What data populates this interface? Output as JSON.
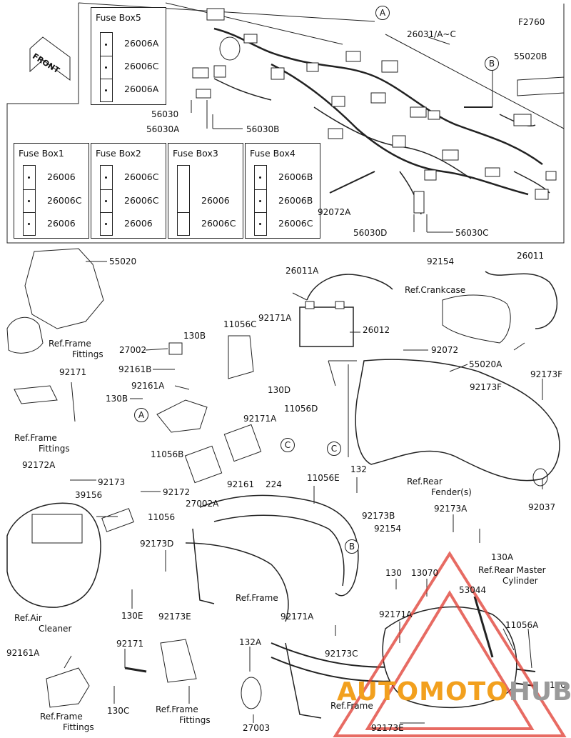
{
  "diagram_code": "F2760",
  "front_label": "FRONT",
  "fuse_boxes": [
    {
      "title": "Fuse Box5",
      "entries": [
        "26006A",
        "26006C",
        "26006A"
      ]
    },
    {
      "title": "Fuse Box1",
      "entries": [
        "26006",
        "26006C",
        "26006"
      ]
    },
    {
      "title": "Fuse Box2",
      "entries": [
        "26006C",
        "26006C",
        "26006"
      ]
    },
    {
      "title": "Fuse Box3",
      "entries": [
        "26006",
        "26006C"
      ]
    },
    {
      "title": "Fuse Box4",
      "entries": [
        "26006B",
        "26006B",
        "26006C"
      ]
    }
  ],
  "callouts": {
    "circle_a": "A",
    "circle_b": "B",
    "circle_c": "C"
  },
  "labels": {
    "p26031": "26031/A~C",
    "p55020B": "55020B",
    "p56030": "56030",
    "p56030A": "56030A",
    "p56030B": "56030B",
    "p92072A": "92072A",
    "p56030D": "56030D",
    "p56030C": "56030C",
    "p55020": "55020",
    "p26011A": "26011A",
    "p92154_top": "92154",
    "p26011": "26011",
    "ref_crankcase": "Ref.Crankcase",
    "p26012": "26012",
    "p130B_a": "130B",
    "p11056C": "11056C",
    "p92171A_a": "92171A",
    "ref_frame_fittings_1a": "Ref.Frame",
    "ref_frame_fittings_1b": "Fittings",
    "p27002": "27002",
    "p92161B": "92161B",
    "p92161A_a": "92161A",
    "p130B_b": "130B",
    "p92072": "92072",
    "p55020A": "55020A",
    "p92171_a": "92171",
    "p130D": "130D",
    "p92171A_b": "92171A",
    "p92173F_a": "92173F",
    "p92173F_b": "92173F",
    "p11056D": "11056D",
    "ref_frame_fittings_2a": "Ref.Frame",
    "ref_frame_fittings_2b": "Fittings",
    "p11056B": "11056B",
    "p92172A": "92172A",
    "p92173_a": "92173",
    "p92161": "92161",
    "p224": "224",
    "ref_rear_fender_a": "Ref.Rear",
    "ref_rear_fender_b": "Fender(s)",
    "p92037": "92037",
    "p27002A": "27002A",
    "p11056E": "11056E",
    "p132": "132",
    "p39156": "39156",
    "p92172": "92172",
    "p11056": "11056",
    "p92173B": "92173B",
    "p92154_b": "92154",
    "p92173A": "92173A",
    "p130A": "130A",
    "ref_rear_master_a": "Ref.Rear Master",
    "ref_rear_master_b": "Cylinder",
    "p92173D": "92173D",
    "p130": "130",
    "p13070": "13070",
    "p53044": "53044",
    "ref_frame_mid": "Ref.Frame",
    "ref_air_cleaner_a": "Ref.Air",
    "ref_air_cleaner_b": "Cleaner",
    "p130E": "130E",
    "p92173E_a": "92173E",
    "p92171A_c": "92171A",
    "p92171A_d": "92171A",
    "p11056A": "11056A",
    "p92161A_b": "92161A",
    "p92171_b": "92171",
    "p132A": "132A",
    "p92173C": "92173C",
    "ref_frame_fittings_3a": "Ref.Frame",
    "ref_frame_fittings_3b": "Fittings",
    "p130C": "130C",
    "ref_frame_fittings_4a": "Ref.Frame",
    "ref_frame_fittings_4b": "Fittings",
    "ref_frame_bottom": "Ref.Frame",
    "p27003": "27003",
    "p92173E_b": "92173E",
    "p130_b": "130"
  },
  "watermark": {
    "part1": "AUTOMOTO",
    "part2": "HUB"
  },
  "colors": {
    "line": "#222222",
    "watermark_orange": "#f2a01e",
    "watermark_grey": "#9a9a9a",
    "watermark_red": "#e03a2f"
  }
}
